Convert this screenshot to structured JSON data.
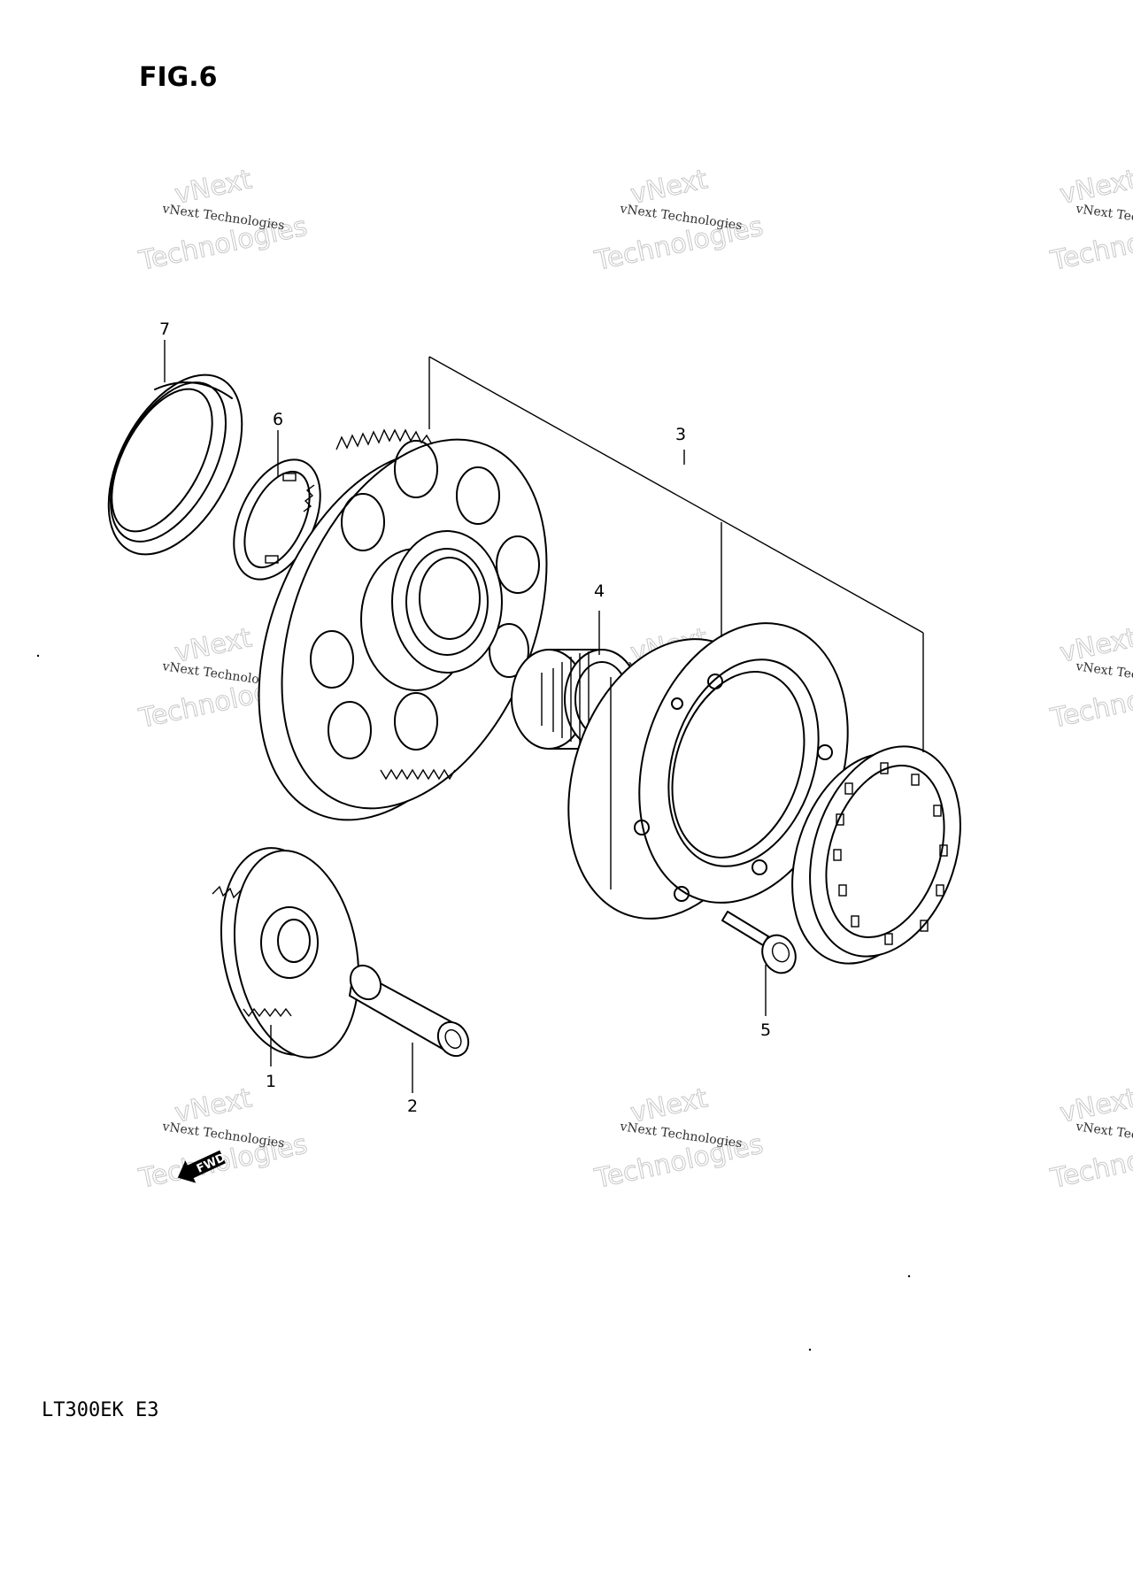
{
  "figure": {
    "title": "FIG.6",
    "model_code": "LT300EK E3"
  },
  "watermark": {
    "small_text": "vNext Technologies",
    "large_line1": "vNext",
    "large_line2": "Technologies"
  },
  "fwd_label": "FWD",
  "callouts": [
    {
      "id": "1",
      "label": "1"
    },
    {
      "id": "2",
      "label": "2"
    },
    {
      "id": "3",
      "label": "3"
    },
    {
      "id": "4",
      "label": "4"
    },
    {
      "id": "5",
      "label": "5"
    },
    {
      "id": "6",
      "label": "6"
    },
    {
      "id": "7",
      "label": "7"
    }
  ],
  "icons": {
    "fwd_arrow": "fwd-arrow-icon"
  }
}
